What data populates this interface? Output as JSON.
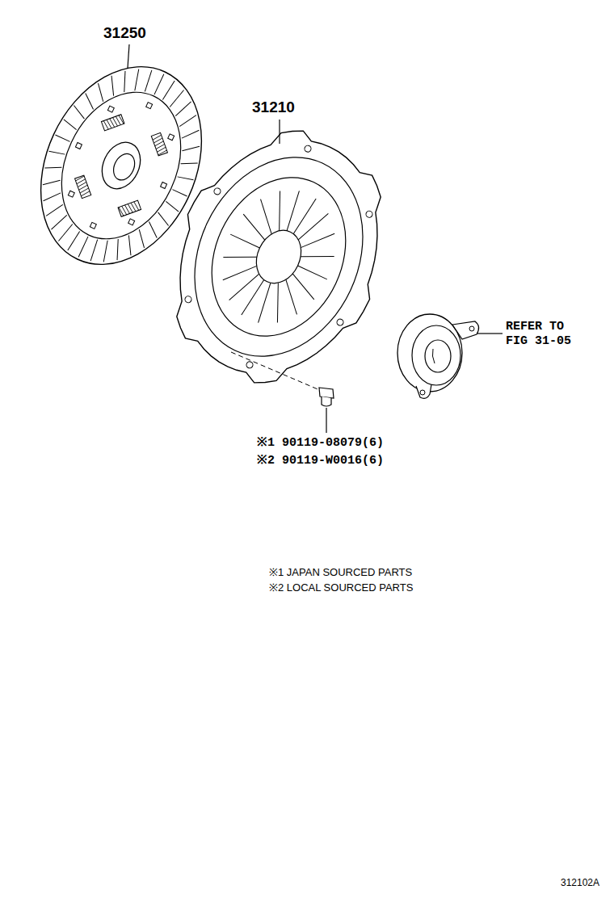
{
  "diagram": {
    "labels": [
      "31250",
      "31210",
      "REFER TO FIG 31-05",
      "※1 90119-08079(6)",
      "※2 90119-W0016(6)",
      "※1 JAPAN SOURCED PARTS",
      "※2 LOCAL SOURCED PARTS",
      "312102A"
    ]
  }
}
